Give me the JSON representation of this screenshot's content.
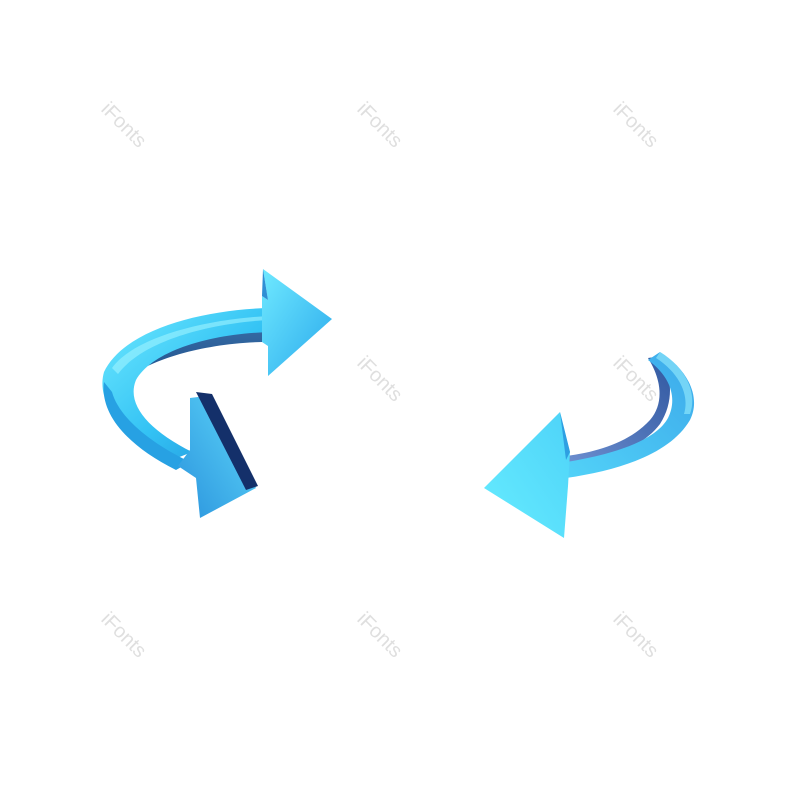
{
  "watermark": {
    "text": "iFonts",
    "count": 8
  },
  "arrows": [
    {
      "name": "curved-arrow-upper-left",
      "direction": "clockwise-right"
    },
    {
      "name": "curved-arrow-lower-right",
      "direction": "curving-left"
    }
  ],
  "colors": {
    "arrow_light": "#5ee6ff",
    "arrow_mid": "#2fb8f0",
    "arrow_dark": "#1a5a9a",
    "arrow_shadow": "#14306a",
    "background": "#ffffff"
  }
}
